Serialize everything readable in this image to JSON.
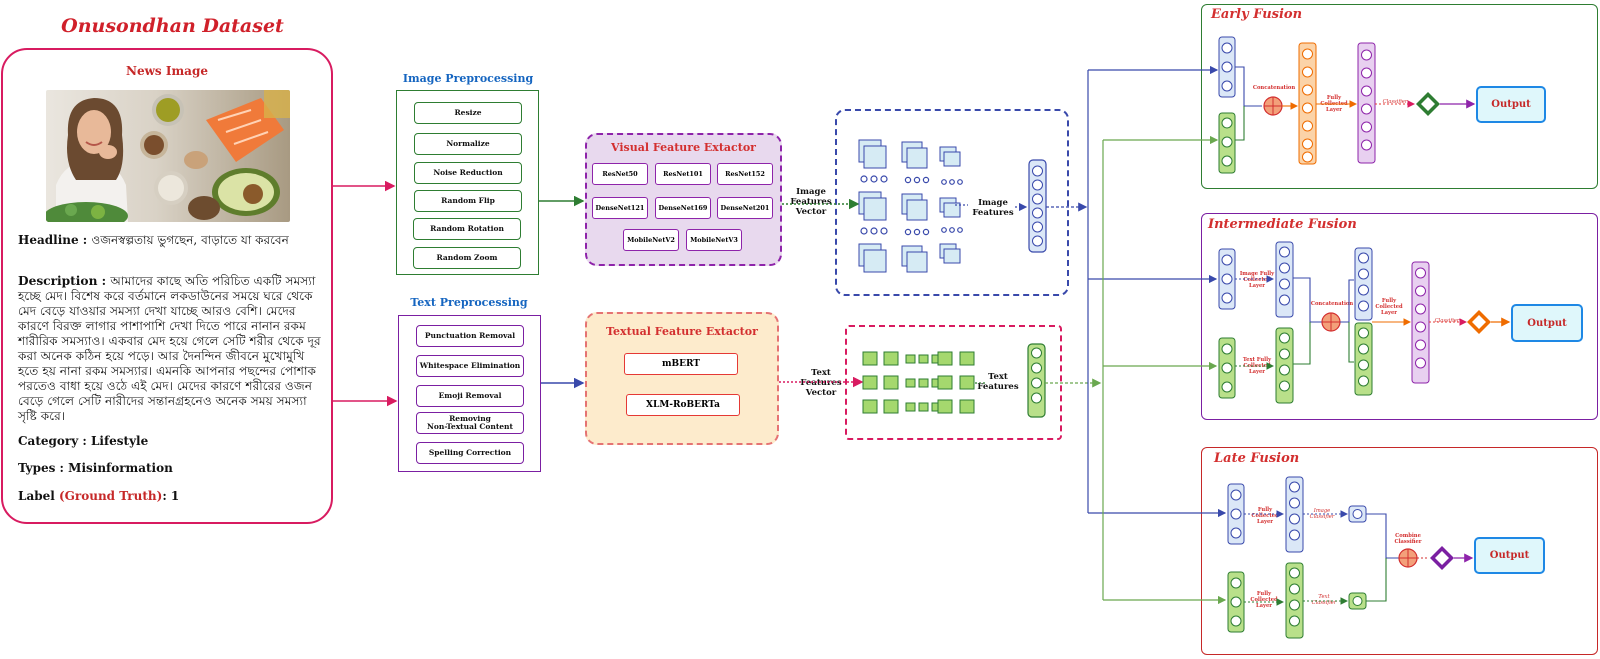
{
  "dataset": {
    "title": "Onusondhan Dataset",
    "news_image_label": "News Image",
    "headline_label": "Headline : ",
    "headline_value": "ওজনস্বল্পতায় ভুগছেন, বাড়াতে যা করবেন",
    "description_label": "Description : ",
    "description_value": "আমাদের কাছে অতি পরিচিত একটি সমস্যা হচ্ছে মেদ। বিশেষ করে বর্তমানে লকডাউনের সময়ে ঘরে থেকে মেদ বেড়ে যাওয়ার সমস্যা দেখা যাচ্ছে আরও বেশি। মেদের কারণে বিরক্ত লাগার পাশাপাশি দেখা দিতে পারে নানান রকম শারীরিক সমস্যাও। একবার মেদ হয়ে গেলে সেটি শরীর থেকে দূর করা অনেক কঠিন হয়ে পড়ে। আর দৈনন্দিন জীবনে মুখোমুখি হতে হয় নানা রকম সমস্যার। এমনকি আপনার পছন্দের পোশাক পরতেও বাধা হয়ে ওঠে এই মেদ। মেদের কারণে শরীরের ওজন বেড়ে গেলে সেটি নারীদের সন্তানগ্রহনেও অনেক সময় সমস্যা সৃষ্টি করে।",
    "category_label": "Category : ",
    "category_value": "Lifestyle",
    "types_label": "Types : ",
    "types_value": "Misinformation",
    "label_label": "Label ",
    "label_gt": "(Ground Truth)",
    "label_value": ": 1"
  },
  "image_preprocessing": {
    "title": "Image Preprocessing",
    "steps": [
      "Resize",
      "Normalize",
      "Noise Reduction",
      "Random Flip",
      "Random Rotation",
      "Random Zoom"
    ]
  },
  "text_preprocessing": {
    "title": "Text Preprocessing",
    "steps": [
      "Punctuation Removal",
      "Whitespace Elimination",
      "Emoji Removal",
      "Removing",
      "Non-Textual Content",
      "Spelling Correction"
    ]
  },
  "visual_extractor": {
    "title": "Visual Feature Extactor",
    "models": [
      "ResNet50",
      "ResNet101",
      "ResNet152",
      "DenseNet121",
      "DenseNet169",
      "DenseNet201",
      "MobileNetV2",
      "MobileNetV3"
    ]
  },
  "textual_extractor": {
    "title": "Textual Feature Extactor",
    "models": [
      "mBERT",
      "XLM-RoBERTa"
    ]
  },
  "labels": {
    "image_vec": [
      "Image",
      "Features",
      "Vector"
    ],
    "image_feat": [
      "Image",
      "Features"
    ],
    "text_vec": [
      "Text",
      "Features",
      "Vector"
    ],
    "text_feat": [
      "Text",
      "Features"
    ]
  },
  "early_fusion": {
    "title": "Early Fusion",
    "concat": "Concatenation",
    "fc": [
      "Fully",
      "Collected",
      "Layer"
    ],
    "classifier": "Classifier",
    "output": "Output"
  },
  "intermediate_fusion": {
    "title": "Intermediate Fusion",
    "image_fc": [
      "Image Fully",
      "Collected",
      "Layer"
    ],
    "text_fc": [
      "Text Fully",
      "Collected",
      "Layer"
    ],
    "concat": "Concatenation",
    "fc": [
      "Fully",
      "Collected",
      "Layer"
    ],
    "classifier": "Classifier",
    "output": "Output"
  },
  "late_fusion": {
    "title": "Late Fusion",
    "fc_top": [
      "Fully",
      "Collected",
      "Layer"
    ],
    "image_classifier": [
      "Image",
      "Classifier"
    ],
    "fc_bottom": [
      "Fully",
      "Collected",
      "Layer"
    ],
    "text_classifier": [
      "Text",
      "Classifier"
    ],
    "combine": [
      "Combine",
      "Classifier"
    ],
    "output": "Output"
  },
  "colors": {
    "pink": "#d81b60",
    "green": "#2e7d32",
    "purple": "#7b1fa2",
    "blue": "#3949ab",
    "red": "#c62828",
    "orange": "#ef6c00"
  }
}
